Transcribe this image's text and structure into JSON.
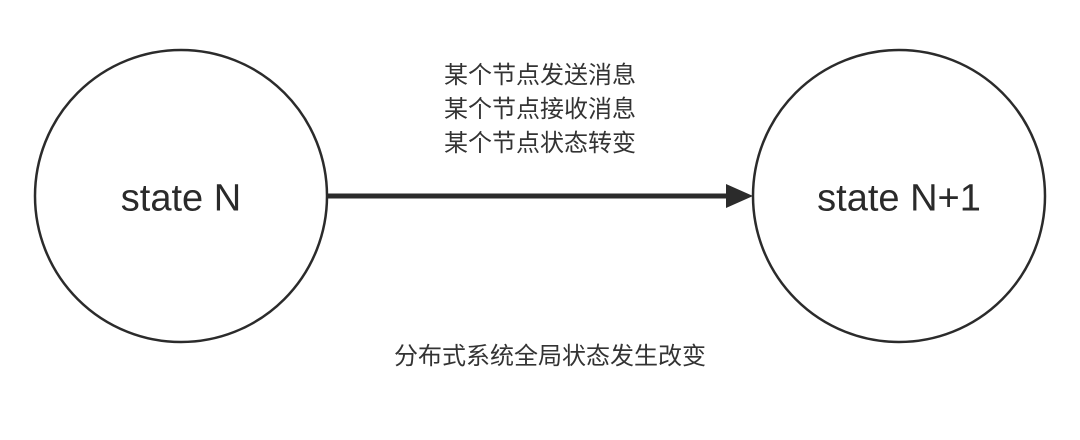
{
  "nodes": {
    "left": {
      "label": "state N"
    },
    "right": {
      "label": "state N+1"
    }
  },
  "transition": {
    "events": [
      "某个节点发送消息",
      "某个节点接收消息",
      "某个节点状态转变"
    ]
  },
  "caption": "分布式系统全局状态发生改变",
  "colors": {
    "stroke": "#2b2b2b",
    "text": "#333333",
    "background": "#ffffff"
  }
}
